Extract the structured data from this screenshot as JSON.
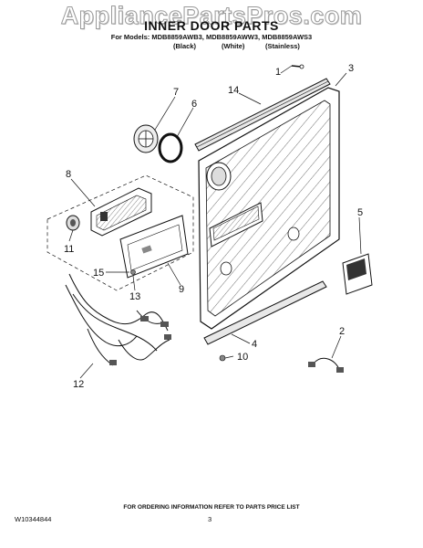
{
  "watermark": "AppliancePartsPros.com",
  "title": "INNER DOOR PARTS",
  "models_line": "For Models: MDB8859AWB3, MDB8859AWW3, MDB8859AWS3",
  "variants": [
    "(Black)",
    "(White)",
    "(Stainless)"
  ],
  "callouts": {
    "c1": "1",
    "c2": "2",
    "c3": "3",
    "c4": "4",
    "c5": "5",
    "c6": "6",
    "c7": "7",
    "c8": "8",
    "c9": "9",
    "c10": "10",
    "c11": "11",
    "c12": "12",
    "c13": "13",
    "c14": "14",
    "c15": "15"
  },
  "footer": {
    "order_note": "FOR ORDERING INFORMATION REFER TO PARTS PRICE LIST",
    "doc_number": "W10344844",
    "page_number": "3"
  }
}
